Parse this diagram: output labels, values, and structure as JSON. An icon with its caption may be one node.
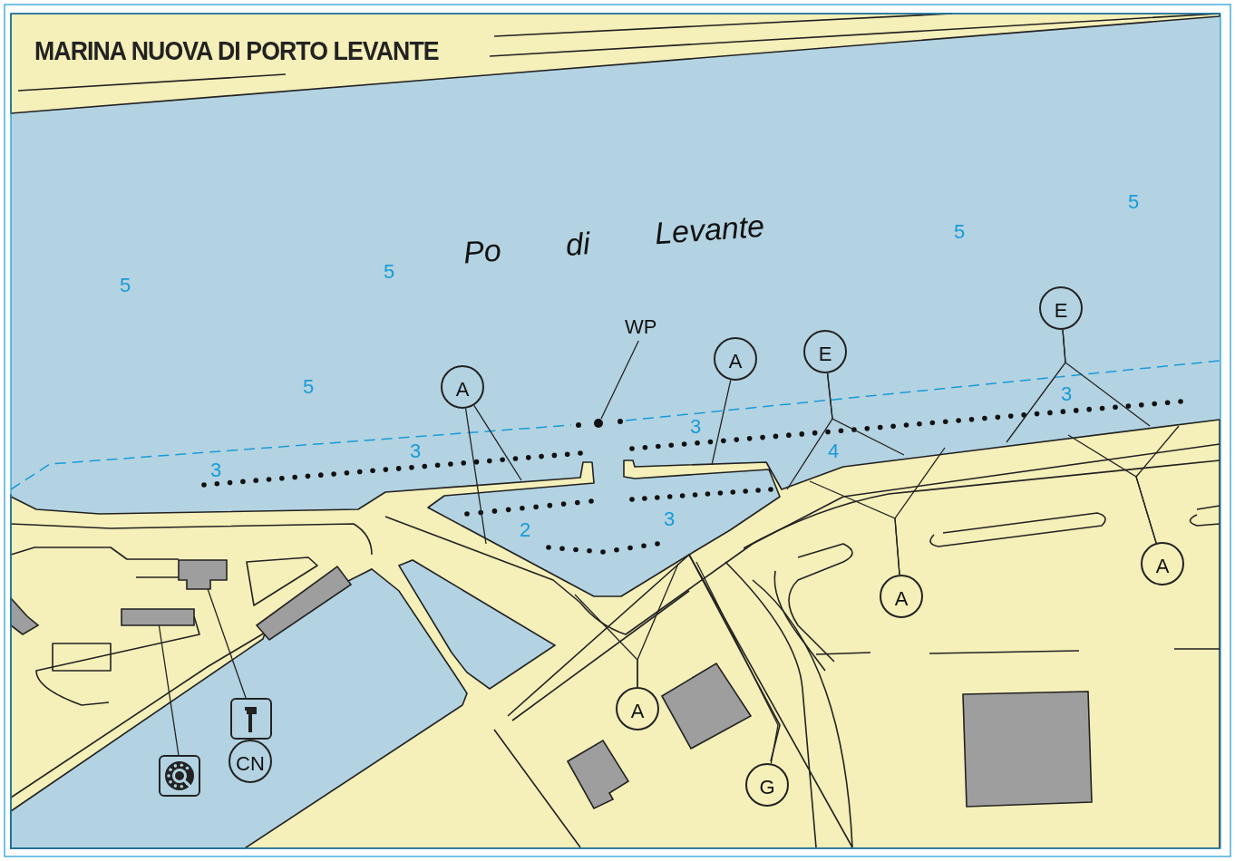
{
  "diagram": {
    "title": "MARINA NUOVA DI PORTO LEVANTE",
    "nodes": [
      {
        "text": [
          "E"
        ]
      },
      {
        "text": [
          "WP"
        ]
      },
      {
        "text": [
          "E"
        ]
      },
      {
        "text": [
          "A"
        ]
      },
      {
        "text": [
          "A"
        ]
      },
      {
        "text": [
          "A"
        ]
      },
      {
        "text": [
          "A"
        ]
      },
      {
        "text": [
          "A"
        ]
      },
      {
        "text": [],
        "shape": "picture"
      },
      {
        "text": [
          "CN"
        ]
      },
      {
        "text": [],
        "shape": "picture"
      },
      {
        "text": [
          "G"
        ]
      },
      {
        "text": [],
        "shape": "box"
      },
      {
        "text": [],
        "shape": "box"
      }
    ],
    "edges": [
      {
        "from": 0,
        "to": null,
        "arrow": "none"
      },
      {
        "from": 0,
        "to": null,
        "arrow": "none"
      },
      {
        "from": 1,
        "to": null,
        "arrow": "none"
      },
      {
        "from": 2,
        "to": null,
        "arrow": "none"
      },
      {
        "from": 2,
        "to": null,
        "arrow": "none"
      },
      {
        "from": 3,
        "to": null,
        "arrow": "none"
      },
      {
        "from": 4,
        "to": null,
        "arrow": "none"
      },
      {
        "from": 4,
        "to": null,
        "arrow": "none"
      },
      {
        "from": 5,
        "to": null,
        "arrow": "none"
      },
      {
        "from": 5,
        "to": null,
        "arrow": "none"
      },
      {
        "from": 6,
        "to": null,
        "arrow": "none"
      },
      {
        "from": 6,
        "to": null,
        "arrow": "none"
      },
      {
        "from": 7,
        "to": null,
        "arrow": "none"
      },
      {
        "from": 7,
        "to": null,
        "arrow": "none"
      },
      {
        "from": 8,
        "to": 12,
        "arrow": "none"
      },
      {
        "from": 10,
        "to": 13,
        "arrow": "none"
      },
      {
        "from": 11,
        "to": null,
        "arrow": "none"
      }
    ],
    "labels": [
      "5",
      "5",
      "Po",
      "di",
      "Levante",
      "5",
      "5",
      "5",
      "3",
      "3",
      "3",
      "4",
      "3",
      "3",
      "2"
    ]
  }
}
